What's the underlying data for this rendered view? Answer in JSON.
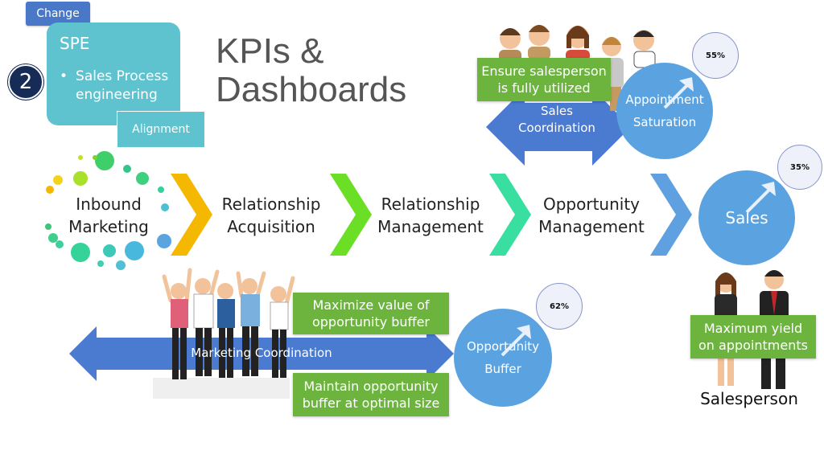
{
  "header": {
    "change_label": "Change",
    "step_number": "2",
    "title_line1": "KPIs &",
    "title_line2": "Dashboards"
  },
  "spe_box": {
    "title": "SPE",
    "bullet_line1": "Sales Process",
    "bullet_line2": "engineering",
    "alignment_label": "Alignment"
  },
  "stages": [
    {
      "line1": "Inbound",
      "line2": "Marketing"
    },
    {
      "line1": "Relationship",
      "line2": "Acquisition"
    },
    {
      "line1": "Relationship",
      "line2": "Management"
    },
    {
      "line1": "Opportunity",
      "line2": "Management"
    }
  ],
  "sales_circle": {
    "label": "Sales",
    "badge": "35%"
  },
  "appointment": {
    "line1": "Appointment",
    "line2": "Saturation",
    "badge": "55%",
    "note_line1": "Ensure salesperson",
    "note_line2": "is fully utilized",
    "coordination_line1": "Sales",
    "coordination_line2": "Coordination"
  },
  "opportunity_buffer": {
    "line1": "Opportunity",
    "line2": "Buffer",
    "badge": "62%",
    "note_top_line1": "Maximize value of",
    "note_top_line2": "opportunity buffer",
    "note_bottom_line1": "Maintain opportunity",
    "note_bottom_line2": "buffer at optimal size",
    "coordination_label": "Marketing Coordination"
  },
  "salesperson": {
    "note_line1": "Maximum yield",
    "note_line2": "on appointments",
    "caption": "Salesperson"
  },
  "colors": {
    "teal": "#5fc3cf",
    "navy": "#162b55",
    "blue_circle": "#5ba3e0",
    "arrow_blue": "#4a7bd0",
    "green_note": "#6db43f",
    "chevron_yellow": "#f5b800",
    "chevron_green": "#6adf25",
    "chevron_mint": "#38dfa0",
    "chevron_blue": "#5ea0e0"
  }
}
